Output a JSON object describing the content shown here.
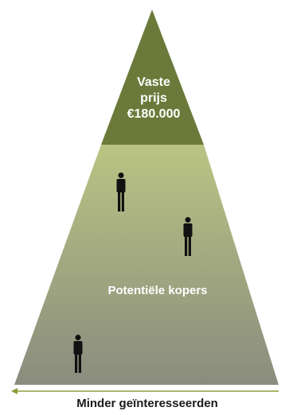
{
  "apex": {
    "line1": "Vaste",
    "line2": "prijs",
    "line3": "€180.000"
  },
  "body_label": "Potentiële kopers",
  "axis_label": "Minder geïnteresseerden",
  "colors": {
    "apex": "#6b7a3a",
    "body_top": "#b9c483",
    "body_bottom": "#8a8c7e",
    "arrow": "#8aa03c",
    "figure": "#111111"
  },
  "icons": [
    "person-icon",
    "person-icon",
    "person-icon",
    "arrow-left-icon"
  ]
}
